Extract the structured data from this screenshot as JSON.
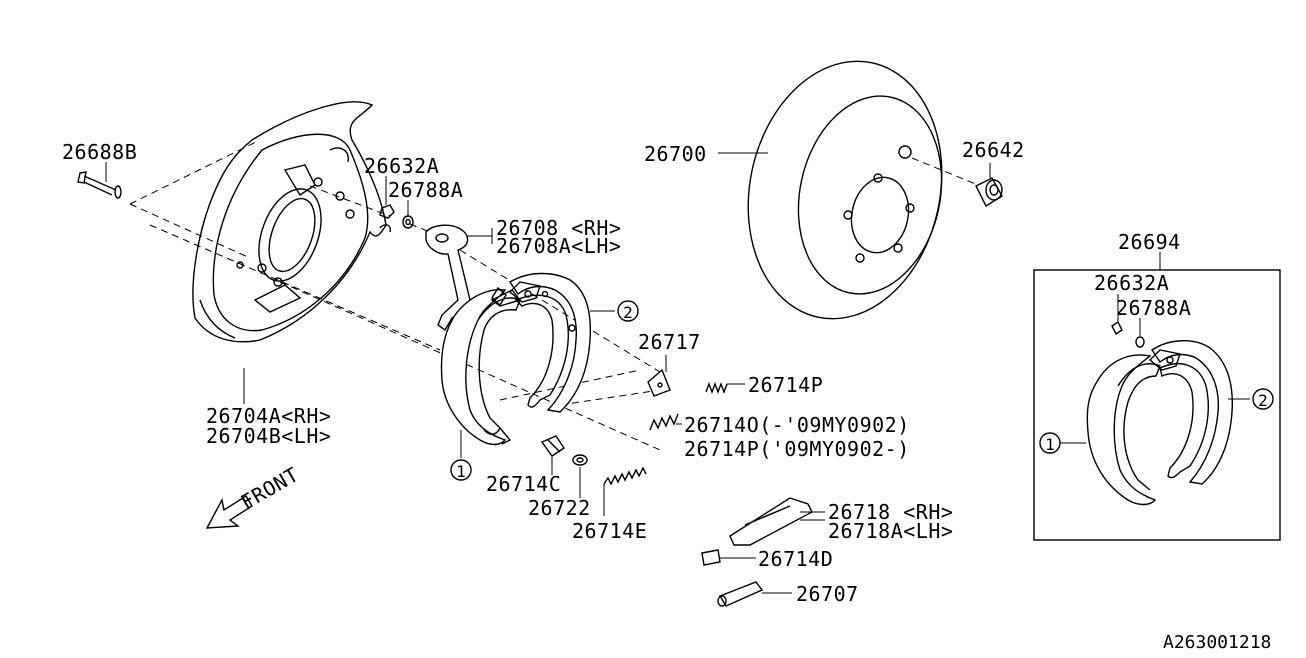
{
  "labels": {
    "p26688b": "26688B",
    "p26632a": "26632A",
    "p26788a": "26788A",
    "p26708": "26708 <RH>",
    "p26708a": "26708A<LH>",
    "p26700": "26700",
    "p26642": "26642",
    "p26694": "26694",
    "box26632a": "26632A",
    "box26788a": "26788A",
    "p26717": "26717",
    "p26714p": "26714P",
    "p26714o": "26714O(-'09MY0902)",
    "p26714p2": "26714P('09MY0902-)",
    "p26704a": "26704A<RH>",
    "p26704b": "26704B<LH>",
    "p26714c": "26714C",
    "p26722": "26722",
    "p26714e": "26714E",
    "p26718": "26718 <RH>",
    "p26718a": "26718A<LH>",
    "p26714d": "26714D",
    "p26707": "26707",
    "front": "FRONT",
    "callout1": "1",
    "callout2": "2",
    "ref": "A263001218"
  },
  "icons": [
    "front-arrow-icon",
    "callout-1-icon",
    "callout-2-icon"
  ]
}
